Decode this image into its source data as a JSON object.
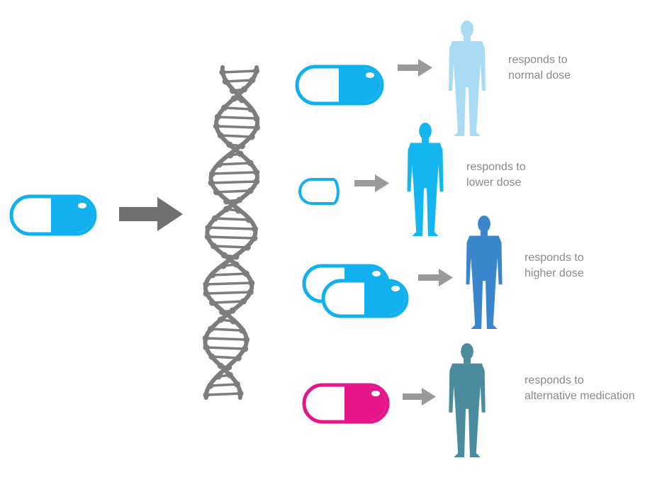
{
  "colors": {
    "cyan": "#12b0ee",
    "cyan_light": "#a9dcf4",
    "cyan_person": "#14b6ef",
    "blue_person": "#3a86cc",
    "teal_person": "#4a8c9d",
    "magenta": "#e6158a",
    "gray": "#8c8c8c",
    "dna_gray": "#7d7d7d"
  },
  "icons": {
    "input_pill": "capsule-icon",
    "process_arrow": "arrow-right-icon",
    "dna": "dna-helix-icon",
    "person": "person-silhouette-icon"
  },
  "outcomes": [
    {
      "pill": "normal capsule",
      "label_line1": "responds to",
      "label_line2": "normal dose"
    },
    {
      "pill": "half capsule",
      "label_line1": "responds to",
      "label_line2": "lower dose"
    },
    {
      "pill": "two capsules",
      "label_line1": "responds to",
      "label_line2": "higher dose"
    },
    {
      "pill": "alternative capsule",
      "label_line1": "responds to",
      "label_line2": "alternative medication"
    }
  ]
}
